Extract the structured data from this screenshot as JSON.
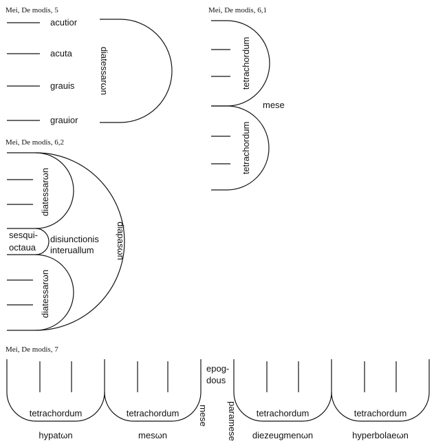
{
  "figure_a": {
    "caption": "Mei, De modis, 5",
    "notes": [
      "acutior",
      "acuta",
      "grauis",
      "grauior"
    ],
    "arc_label": "diatessarωn"
  },
  "figure_b": {
    "caption": "Mei, De modis, 6,1",
    "upper_label": "tetrachordum",
    "lower_label": "tetrachordum",
    "mid_label": "mese"
  },
  "figure_c": {
    "caption": "Mei, De modis, 6,2",
    "upper_label": "diatessarωn",
    "lower_label": "diatessarωn",
    "small_line1": "sesqui-",
    "small_line2": "octaua",
    "mid_line1": "disiunctionis",
    "mid_line2": "interuallum",
    "big_label": "diapasωn"
  },
  "figure_d": {
    "caption": "Mei, De modis, 7",
    "tetrachords": [
      {
        "label": "tetrachordum",
        "name": "hypatωn"
      },
      {
        "label": "tetrachordum",
        "name": "mesωn"
      },
      {
        "label": "tetrachordum",
        "name": "diezeugmenωn"
      },
      {
        "label": "tetrachordum",
        "name": "hyperbolaeωn"
      }
    ],
    "mese": "mese",
    "paramese": "paramese",
    "epog_line1": "epog-",
    "epog_line2": "dous"
  }
}
